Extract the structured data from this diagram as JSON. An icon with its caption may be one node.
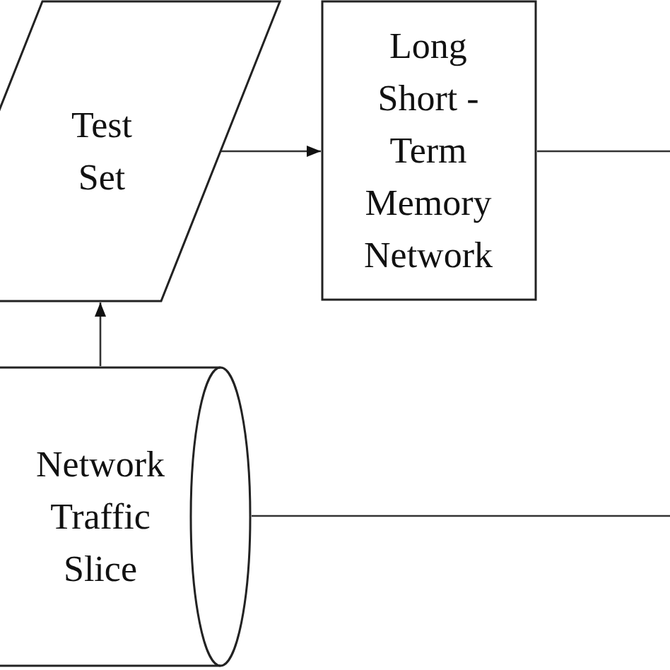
{
  "diagram": {
    "nodes": [
      {
        "text": [
          "Test Set"
        ]
      },
      {
        "text": [
          "Long Short -Term Memory Network"
        ]
      },
      {
        "text": [
          "Network Traffic Slice"
        ]
      }
    ],
    "edges": [
      {
        "from": 0,
        "to": 1,
        "arrow": "to"
      },
      {
        "from": 2,
        "to": 0,
        "arrow": "to"
      },
      {
        "from": 1,
        "to": null,
        "arrow": "none"
      },
      {
        "from": 2,
        "to": null,
        "arrow": "none"
      }
    ]
  }
}
